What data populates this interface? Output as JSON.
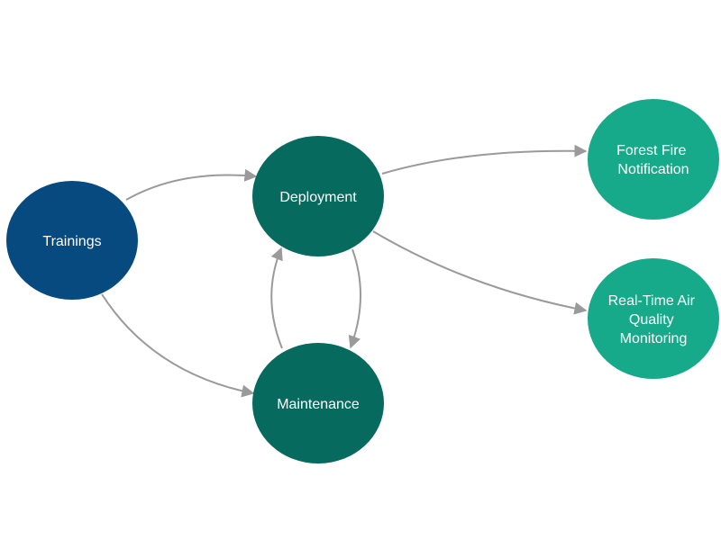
{
  "diagram": {
    "type": "flow",
    "colors": {
      "trainings": "#064a80",
      "core": "#066a5e",
      "outcome": "#16a98a",
      "edge": "#9a9a9a",
      "label": "#ffffff"
    },
    "nodes": [
      {
        "id": "trainings",
        "lines": [
          "Trainings"
        ],
        "color_key": "trainings"
      },
      {
        "id": "deployment",
        "lines": [
          "Deployment"
        ],
        "color_key": "core"
      },
      {
        "id": "maintenance",
        "lines": [
          "Maintenance"
        ],
        "color_key": "core"
      },
      {
        "id": "forest-fire",
        "lines": [
          "Forest Fire",
          "Notification"
        ],
        "color_key": "outcome"
      },
      {
        "id": "air-quality",
        "lines": [
          "Real-Time Air",
          "Quality",
          "Monitoring"
        ],
        "color_key": "outcome"
      }
    ],
    "edges": [
      {
        "from": "trainings",
        "to": "deployment"
      },
      {
        "from": "trainings",
        "to": "maintenance"
      },
      {
        "from": "deployment",
        "to": "maintenance"
      },
      {
        "from": "maintenance",
        "to": "deployment"
      },
      {
        "from": "deployment",
        "to": "forest-fire"
      },
      {
        "from": "deployment",
        "to": "air-quality"
      }
    ]
  }
}
